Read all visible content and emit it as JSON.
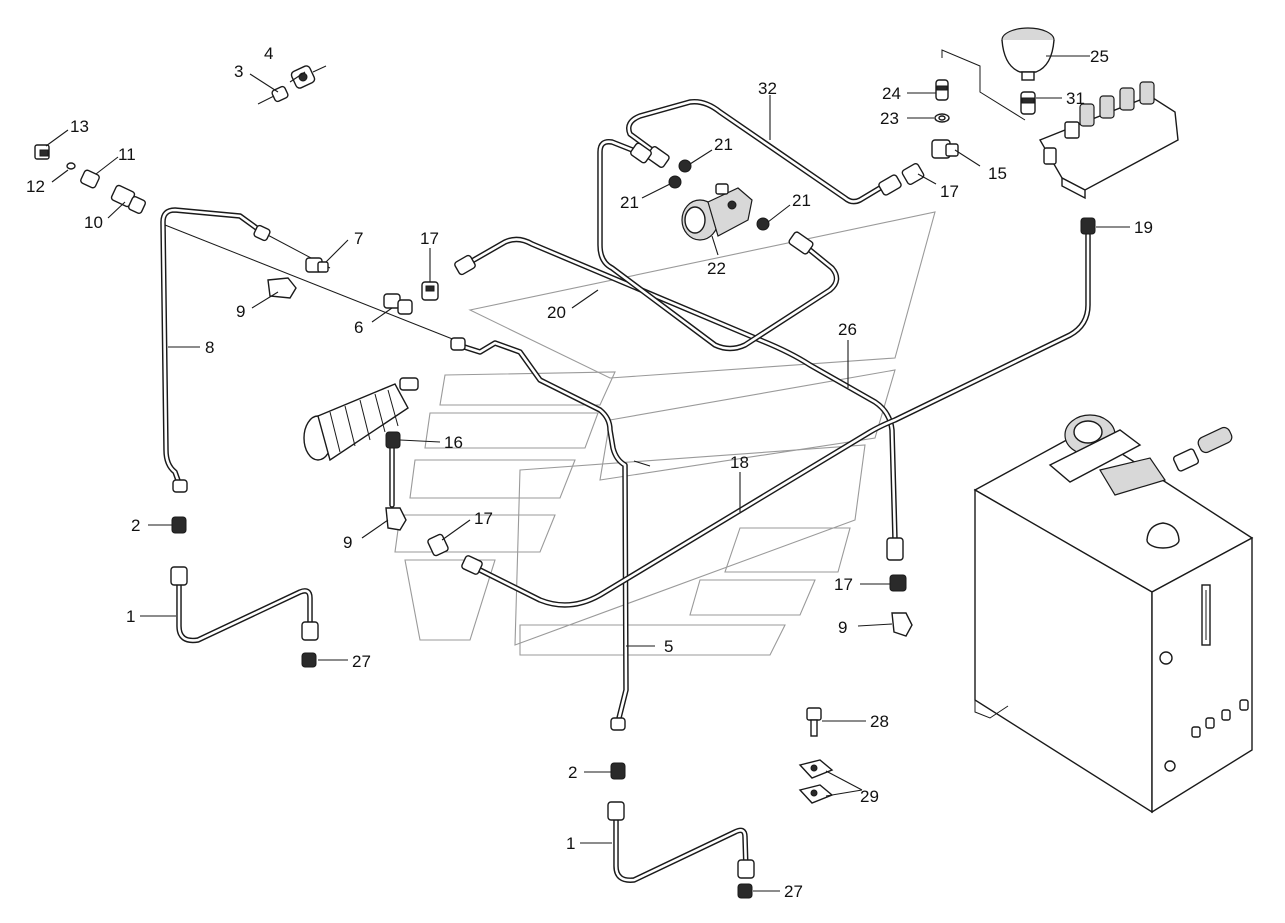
{
  "diagram": {
    "callouts": [
      {
        "id": "c1a",
        "text": "1"
      },
      {
        "id": "c1b",
        "text": "1"
      },
      {
        "id": "c2a",
        "text": "2"
      },
      {
        "id": "c2b",
        "text": "2"
      },
      {
        "id": "c3",
        "text": "3"
      },
      {
        "id": "c4",
        "text": "4"
      },
      {
        "id": "c5",
        "text": "5"
      },
      {
        "id": "c6",
        "text": "6"
      },
      {
        "id": "c7",
        "text": "7"
      },
      {
        "id": "c8",
        "text": "8"
      },
      {
        "id": "c9a",
        "text": "9"
      },
      {
        "id": "c9b",
        "text": "9"
      },
      {
        "id": "c9c",
        "text": "9"
      },
      {
        "id": "c10",
        "text": "10"
      },
      {
        "id": "c11",
        "text": "11"
      },
      {
        "id": "c12",
        "text": "12"
      },
      {
        "id": "c13",
        "text": "13"
      },
      {
        "id": "c15",
        "text": "15"
      },
      {
        "id": "c16",
        "text": "16"
      },
      {
        "id": "c17a",
        "text": "17"
      },
      {
        "id": "c17b",
        "text": "17"
      },
      {
        "id": "c17c",
        "text": "17"
      },
      {
        "id": "c17d",
        "text": "17"
      },
      {
        "id": "c18",
        "text": "18"
      },
      {
        "id": "c19",
        "text": "19"
      },
      {
        "id": "c20",
        "text": "20"
      },
      {
        "id": "c21a",
        "text": "21"
      },
      {
        "id": "c21b",
        "text": "21"
      },
      {
        "id": "c21c",
        "text": "21"
      },
      {
        "id": "c22",
        "text": "22"
      },
      {
        "id": "c23",
        "text": "23"
      },
      {
        "id": "c24",
        "text": "24"
      },
      {
        "id": "c25",
        "text": "25"
      },
      {
        "id": "c26",
        "text": "26"
      },
      {
        "id": "c27a",
        "text": "27"
      },
      {
        "id": "c27b",
        "text": "27"
      },
      {
        "id": "c28",
        "text": "28"
      },
      {
        "id": "c29",
        "text": "29"
      },
      {
        "id": "c31",
        "text": "31"
      },
      {
        "id": "c32",
        "text": "32"
      }
    ]
  }
}
